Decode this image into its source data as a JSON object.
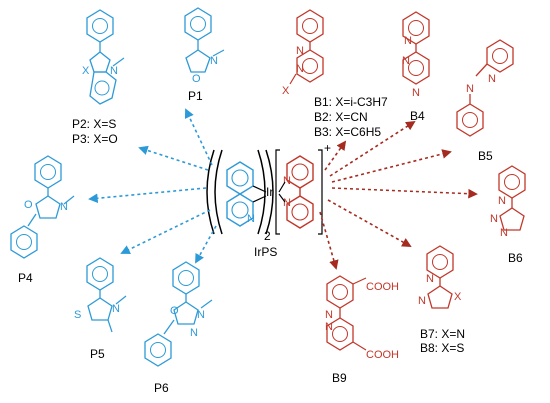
{
  "center": {
    "metal": "Ir",
    "subscript": "2",
    "name": "IrPS",
    "charge": "+"
  },
  "blue_labels": {
    "p1": "P1",
    "p2": "P2: X=S",
    "p3": "P3: X=O",
    "p4": "P4",
    "p5": "P5",
    "p6": "P6"
  },
  "red_labels": {
    "b1": "B1: X=i-C3H7",
    "b2": "B2: X=CN",
    "b3": "B3: X=C6H5",
    "b4": "B4",
    "b5": "B5",
    "b6": "B6",
    "b7": "B7: X=N",
    "b8": "B8: X=S",
    "b9": "B9"
  },
  "atoms": {
    "N": "N",
    "X": "X",
    "S": "S",
    "O": "O",
    "COOH": "COOH"
  },
  "colors": {
    "cyclometalating": "#2d9ad8",
    "ancillary": "#c2372a",
    "metal": "#000000"
  }
}
